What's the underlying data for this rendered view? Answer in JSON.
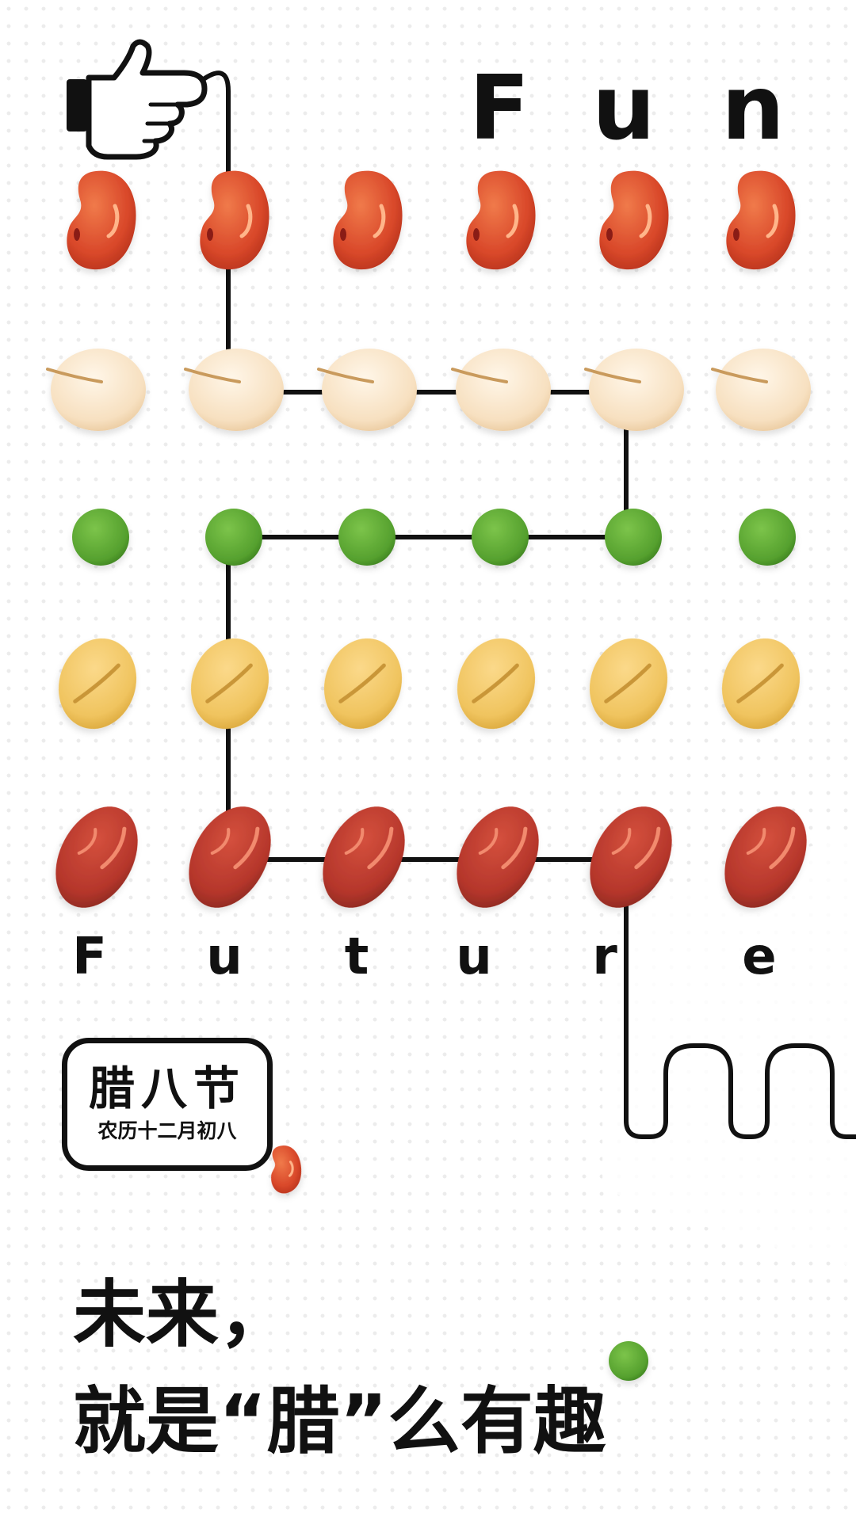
{
  "heading": {
    "letters": [
      "F",
      "u",
      "n"
    ]
  },
  "footer_word": {
    "letters": [
      "F",
      "u",
      "t",
      "u",
      "r",
      "e"
    ]
  },
  "badge": {
    "title": "腊八节",
    "subtitle": "农历十二月初八"
  },
  "slogan": {
    "line1": "未来，",
    "line2": "就是“腊”么有趣"
  },
  "grid": {
    "rows": [
      {
        "ingredient": "red-bean",
        "count": 6
      },
      {
        "ingredient": "peanut",
        "count": 6
      },
      {
        "ingredient": "green-pea",
        "count": 6
      },
      {
        "ingredient": "wheat-grain",
        "count": 6
      },
      {
        "ingredient": "red-date",
        "count": 6
      }
    ]
  },
  "icons": {
    "pointer": "pointing-hand-icon"
  },
  "colors": {
    "red_bean": "#d9482a",
    "peanut": "#f7e2c4",
    "green_pea": "#5aa632",
    "wheat": "#f0c45f",
    "red_date": "#b5362b",
    "line": "#111111",
    "background": "#ffffff"
  }
}
